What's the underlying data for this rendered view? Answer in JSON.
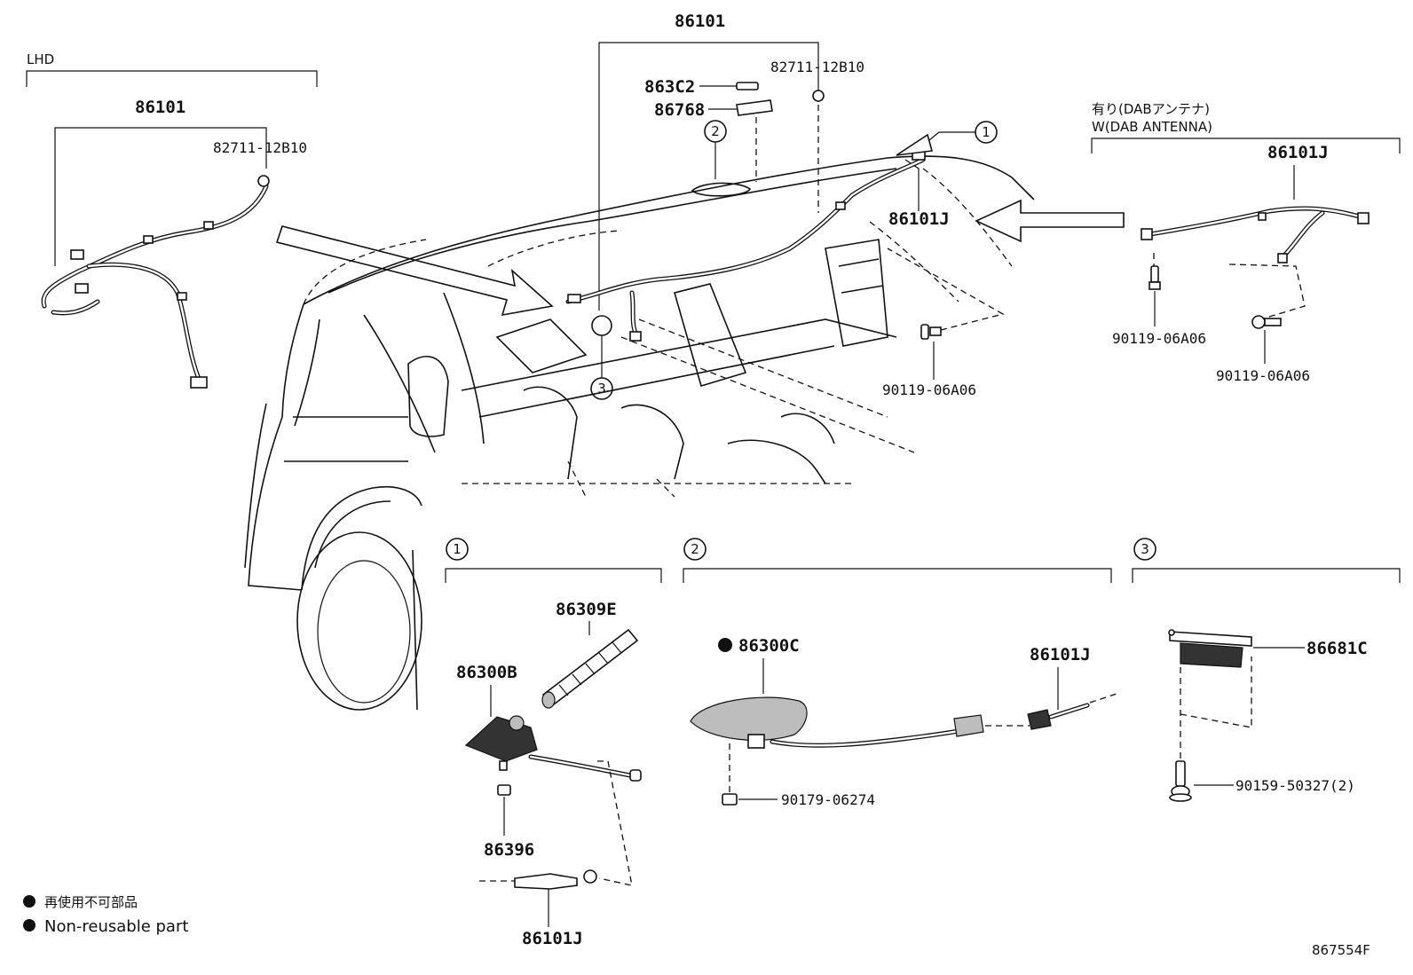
{
  "lhd_group": {
    "title": "LHD",
    "harness": "86101",
    "clip": "82711-12B10"
  },
  "main_assembly": {
    "harness": "86101",
    "clip": "82711-12B10",
    "holder": "863C2",
    "pad": "86768",
    "roof_harness": "86101J",
    "bolt": "90119-06A06"
  },
  "dab_group": {
    "title_ja": "有り(DABアンテナ)",
    "title_en": "W(DAB ANTENNA)",
    "harness": "86101J",
    "bolt_left": "90119-06A06",
    "bolt_right": "90119-06A06"
  },
  "callouts": [
    "1",
    "2",
    "3"
  ],
  "detail_1": {
    "num": "1",
    "antenna_base": "86300B",
    "rod": "86309E",
    "nut": "86396",
    "cable": "86101J"
  },
  "detail_2": {
    "num": "2",
    "antenna": "86300C",
    "cable": "86101J",
    "nut": "90179-06274"
  },
  "detail_3": {
    "num": "3",
    "amplifier": "86681C",
    "screw": "90159-50327(2)"
  },
  "legend": {
    "line_ja": "再使用不可部品",
    "line_en": "Non-reusable part"
  },
  "figure_code": "867554F"
}
